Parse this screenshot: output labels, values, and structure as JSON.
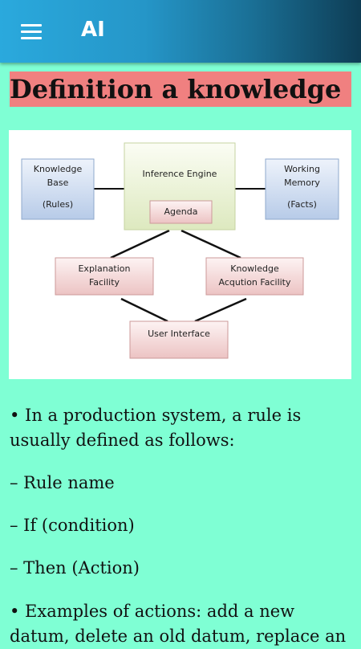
{
  "appbar": {
    "title": "AI",
    "menu_icon": "hamburger-menu-icon"
  },
  "heading": "Definition a knowledge",
  "diagram": {
    "knowledge_base": {
      "line1": "Knowledge",
      "line2": "Base",
      "line3": "(Rules)"
    },
    "inference_engine": "Inference Engine",
    "agenda": "Agenda",
    "working_memory": {
      "line1": "Working",
      "line2": "Memory",
      "line3": "(Facts)"
    },
    "explanation_facility": {
      "line1": "Explanation",
      "line2": "Facility"
    },
    "knowledge_acquisition": {
      "line1": "Knowledge",
      "line2": "Acqution Facility"
    },
    "user_interface": "User Interface"
  },
  "content": {
    "para1_line1": "• In a production system, a rule is",
    "para1_line2": "usually defined as follows:",
    "item1": "– Rule name",
    "item2": "– If (condition)",
    "item3": "– Then (Action)",
    "para2_line1": "• Examples of actions: add a new",
    "para2_line2": "datum, delete an old datum, replace an"
  },
  "colors": {
    "page_background": "#7fffd4",
    "heading_background": "#f08080",
    "appbar_start": "#2aa9dd",
    "appbar_end": "#0e3d55"
  }
}
